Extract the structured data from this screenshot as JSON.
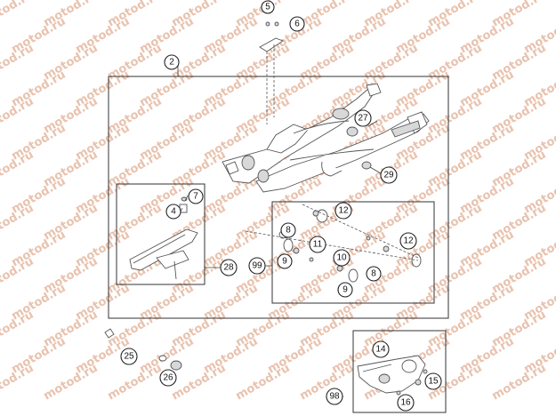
{
  "watermark": "motod.ru",
  "callouts": {
    "c2": "2",
    "c4": "4",
    "c5": "5",
    "c6": "6",
    "c7": "7",
    "c8a": "8",
    "c8b": "8",
    "c9a": "9",
    "c9b": "9",
    "c10": "10",
    "c11": "11",
    "c12a": "12",
    "c12b": "12",
    "c14": "14",
    "c15": "15",
    "c16": "16",
    "c25": "25",
    "c26": "26",
    "c27": "27",
    "c28": "28",
    "c29": "29",
    "c98": "98",
    "c99": "99"
  }
}
